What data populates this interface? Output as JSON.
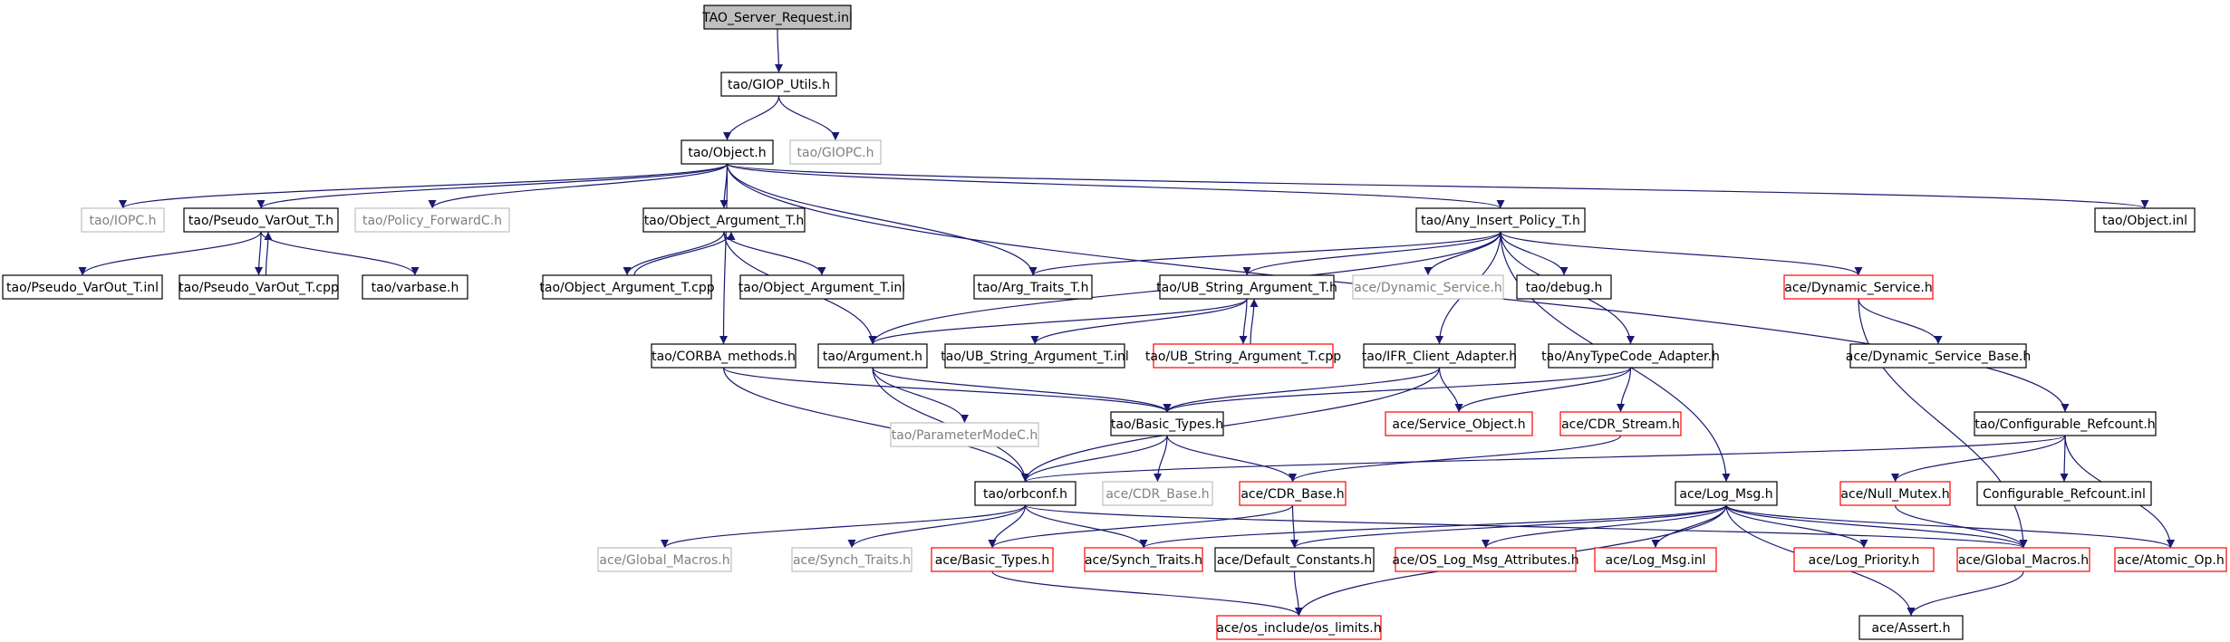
{
  "nodes": [
    {
      "id": "n0",
      "label": "TAO_Server_Request.inl",
      "style": "root"
    },
    {
      "id": "n1",
      "label": "tao/GIOP_Utils.h",
      "style": "black"
    },
    {
      "id": "n2",
      "label": "tao/Object.h",
      "style": "black"
    },
    {
      "id": "n3",
      "label": "tao/GIOPC.h",
      "style": "gray"
    },
    {
      "id": "n4",
      "label": "tao/IOPC.h",
      "style": "gray"
    },
    {
      "id": "n5",
      "label": "tao/Pseudo_VarOut_T.h",
      "style": "black"
    },
    {
      "id": "n6",
      "label": "tao/Policy_ForwardC.h",
      "style": "gray"
    },
    {
      "id": "n7",
      "label": "tao/Object_Argument_T.h",
      "style": "black"
    },
    {
      "id": "n8",
      "label": "tao/Any_Insert_Policy_T.h",
      "style": "black"
    },
    {
      "id": "n9",
      "label": "tao/Object.inl",
      "style": "black"
    },
    {
      "id": "n10",
      "label": "tao/Pseudo_VarOut_T.inl",
      "style": "black"
    },
    {
      "id": "n11",
      "label": "tao/Pseudo_VarOut_T.cpp",
      "style": "black"
    },
    {
      "id": "n12",
      "label": "tao/varbase.h",
      "style": "black"
    },
    {
      "id": "n13",
      "label": "tao/Object_Argument_T.cpp",
      "style": "black"
    },
    {
      "id": "n14",
      "label": "tao/Object_Argument_T.inl",
      "style": "black"
    },
    {
      "id": "n15",
      "label": "tao/Arg_Traits_T.h",
      "style": "black"
    },
    {
      "id": "n16",
      "label": "tao/UB_String_Argument_T.h",
      "style": "black"
    },
    {
      "id": "n17",
      "label": "ace/Dynamic_Service.h",
      "style": "gray"
    },
    {
      "id": "n18",
      "label": "tao/debug.h",
      "style": "black"
    },
    {
      "id": "n19",
      "label": "ace/Dynamic_Service.h",
      "style": "red"
    },
    {
      "id": "n20",
      "label": "tao/CORBA_methods.h",
      "style": "black"
    },
    {
      "id": "n21",
      "label": "tao/Argument.h",
      "style": "black"
    },
    {
      "id": "n22",
      "label": "tao/UB_String_Argument_T.inl",
      "style": "black"
    },
    {
      "id": "n23",
      "label": "tao/UB_String_Argument_T.cpp",
      "style": "red"
    },
    {
      "id": "n24",
      "label": "tao/IFR_Client_Adapter.h",
      "style": "black"
    },
    {
      "id": "n25",
      "label": "tao/AnyTypeCode_Adapter.h",
      "style": "black"
    },
    {
      "id": "n26",
      "label": "ace/Dynamic_Service_Base.h",
      "style": "black"
    },
    {
      "id": "n27",
      "label": "tao/ParameterModeC.h",
      "style": "gray"
    },
    {
      "id": "n28",
      "label": "tao/Basic_Types.h",
      "style": "black"
    },
    {
      "id": "n29",
      "label": "ace/Service_Object.h",
      "style": "red"
    },
    {
      "id": "n30",
      "label": "ace/CDR_Stream.h",
      "style": "red"
    },
    {
      "id": "n31",
      "label": "tao/Configurable_Refcount.h",
      "style": "black"
    },
    {
      "id": "n32",
      "label": "tao/orbconf.h",
      "style": "black"
    },
    {
      "id": "n33",
      "label": "ace/CDR_Base.h",
      "style": "gray"
    },
    {
      "id": "n34",
      "label": "ace/CDR_Base.h",
      "style": "red"
    },
    {
      "id": "n35",
      "label": "ace/Log_Msg.h",
      "style": "black"
    },
    {
      "id": "n36",
      "label": "ace/Null_Mutex.h",
      "style": "red"
    },
    {
      "id": "n37",
      "label": "Configurable_Refcount.inl",
      "style": "black"
    },
    {
      "id": "n38",
      "label": "ace/Global_Macros.h",
      "style": "gray"
    },
    {
      "id": "n39",
      "label": "ace/Synch_Traits.h",
      "style": "gray"
    },
    {
      "id": "n40",
      "label": "ace/Basic_Types.h",
      "style": "red"
    },
    {
      "id": "n41",
      "label": "ace/Synch_Traits.h",
      "style": "red"
    },
    {
      "id": "n42",
      "label": "ace/Default_Constants.h",
      "style": "black"
    },
    {
      "id": "n43",
      "label": "ace/OS_Log_Msg_Attributes.h",
      "style": "red"
    },
    {
      "id": "n44",
      "label": "ace/Log_Msg.inl",
      "style": "red"
    },
    {
      "id": "n45",
      "label": "ace/Log_Priority.h",
      "style": "red"
    },
    {
      "id": "n46",
      "label": "ace/Global_Macros.h",
      "style": "red"
    },
    {
      "id": "n47",
      "label": "ace/Atomic_Op.h",
      "style": "red"
    },
    {
      "id": "n48",
      "label": "ace/os_include/os_limits.h",
      "style": "red"
    },
    {
      "id": "n49",
      "label": "ace/Assert.h",
      "style": "black"
    }
  ],
  "edges": [
    [
      "n0",
      "n1"
    ],
    [
      "n1",
      "n2"
    ],
    [
      "n1",
      "n3"
    ],
    [
      "n2",
      "n4"
    ],
    [
      "n2",
      "n5"
    ],
    [
      "n2",
      "n6"
    ],
    [
      "n2",
      "n7"
    ],
    [
      "n2",
      "n8"
    ],
    [
      "n2",
      "n9"
    ],
    [
      "n2",
      "n15"
    ],
    [
      "n2",
      "n20"
    ],
    [
      "n2",
      "n31"
    ],
    [
      "n5",
      "n10"
    ],
    [
      "n5",
      "n11"
    ],
    [
      "n5",
      "n12"
    ],
    [
      "n11",
      "n5"
    ],
    [
      "n7",
      "n13"
    ],
    [
      "n7",
      "n14"
    ],
    [
      "n7",
      "n21"
    ],
    [
      "n13",
      "n7"
    ],
    [
      "n8",
      "n15"
    ],
    [
      "n8",
      "n16"
    ],
    [
      "n8",
      "n17"
    ],
    [
      "n8",
      "n18"
    ],
    [
      "n8",
      "n19"
    ],
    [
      "n8",
      "n21"
    ],
    [
      "n8",
      "n24"
    ],
    [
      "n8",
      "n25"
    ],
    [
      "n8",
      "n35"
    ],
    [
      "n16",
      "n21"
    ],
    [
      "n16",
      "n22"
    ],
    [
      "n16",
      "n23"
    ],
    [
      "n23",
      "n16"
    ],
    [
      "n19",
      "n26"
    ],
    [
      "n19",
      "n46"
    ],
    [
      "n20",
      "n28"
    ],
    [
      "n20",
      "n32"
    ],
    [
      "n21",
      "n27"
    ],
    [
      "n21",
      "n28"
    ],
    [
      "n21",
      "n32"
    ],
    [
      "n24",
      "n28"
    ],
    [
      "n24",
      "n29"
    ],
    [
      "n24",
      "n32"
    ],
    [
      "n25",
      "n28"
    ],
    [
      "n25",
      "n29"
    ],
    [
      "n25",
      "n30"
    ],
    [
      "n28",
      "n32"
    ],
    [
      "n28",
      "n33"
    ],
    [
      "n28",
      "n34"
    ],
    [
      "n30",
      "n34"
    ],
    [
      "n31",
      "n32"
    ],
    [
      "n31",
      "n36"
    ],
    [
      "n31",
      "n37"
    ],
    [
      "n31",
      "n47"
    ],
    [
      "n32",
      "n38"
    ],
    [
      "n32",
      "n39"
    ],
    [
      "n32",
      "n40"
    ],
    [
      "n32",
      "n41"
    ],
    [
      "n32",
      "n46"
    ],
    [
      "n34",
      "n40"
    ],
    [
      "n34",
      "n42"
    ],
    [
      "n35",
      "n41"
    ],
    [
      "n35",
      "n42"
    ],
    [
      "n35",
      "n43"
    ],
    [
      "n35",
      "n44"
    ],
    [
      "n35",
      "n45"
    ],
    [
      "n35",
      "n46"
    ],
    [
      "n35",
      "n47"
    ],
    [
      "n35",
      "n48"
    ],
    [
      "n35",
      "n49"
    ],
    [
      "n36",
      "n46"
    ],
    [
      "n40",
      "n48"
    ],
    [
      "n42",
      "n48"
    ],
    [
      "n46",
      "n49"
    ]
  ],
  "colors": {
    "black_border": "#000000",
    "gray_border": "#bfbfbf",
    "red_border": "#ff0000",
    "root_fill": "#bfbfbf",
    "edge": "#191970",
    "text": "#000000",
    "gray_text": "#808080"
  }
}
